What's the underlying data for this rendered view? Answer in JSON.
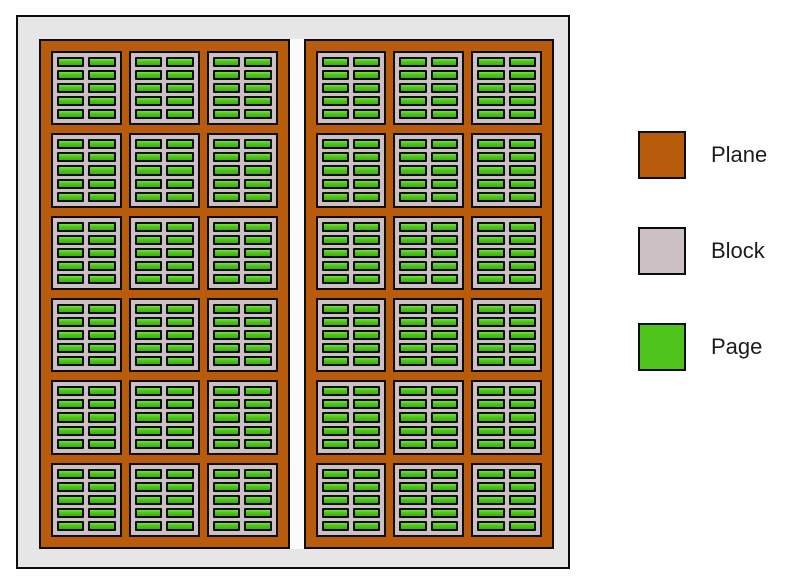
{
  "diagram": {
    "planes": 2,
    "blocks_per_plane": {
      "rows": 6,
      "cols": 3
    },
    "pages_per_block": {
      "rows": 5,
      "cols": 2
    }
  },
  "colors": {
    "plane": "#b85c0c",
    "block": "#cdc0c5",
    "page": "#4ec41b",
    "page_highlight": "#74e53a",
    "page_shadow": "#3fae0c",
    "chip_background": "#e6e6e6",
    "plane_divider": "#fbfbfb",
    "outline": "#0d0d0d",
    "label_text": "#1c1c1c"
  },
  "legend": {
    "items": [
      {
        "id": "plane",
        "label": "Plane",
        "color": "#b85c0c"
      },
      {
        "id": "block",
        "label": "Block",
        "color": "#cdc0c5"
      },
      {
        "id": "page",
        "label": "Page",
        "color": "#4ec41b"
      }
    ]
  }
}
